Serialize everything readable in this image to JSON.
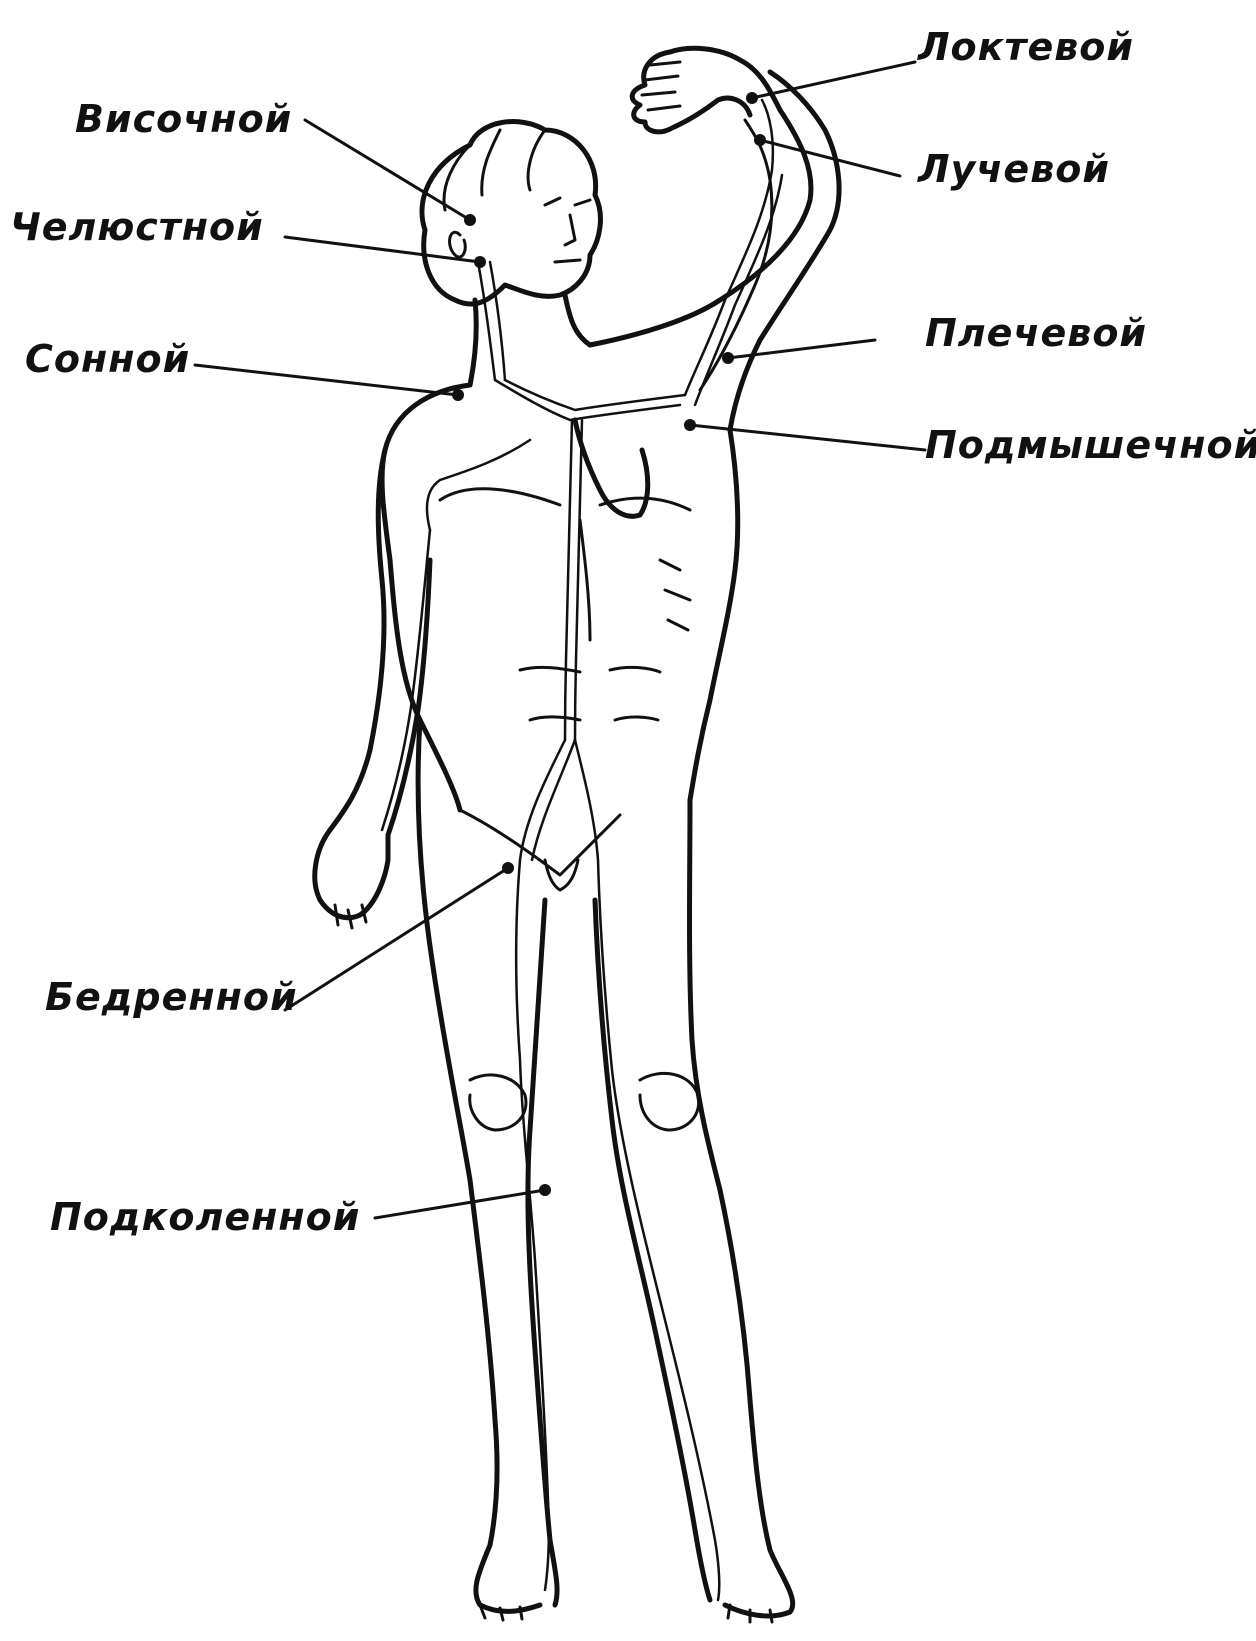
{
  "diagram": {
    "labels": {
      "temporal": "Височной",
      "mandibular": "Челюстной",
      "carotid": "Сонной",
      "ulnar": "Локтевой",
      "radial": "Лучевой",
      "brachial": "Плечевой",
      "axillary": "Подмышечной",
      "femoral": "Бедренной",
      "popliteal": "Подколенной"
    },
    "colors": {
      "ink": "#111111",
      "paper": "#ffffff"
    }
  }
}
